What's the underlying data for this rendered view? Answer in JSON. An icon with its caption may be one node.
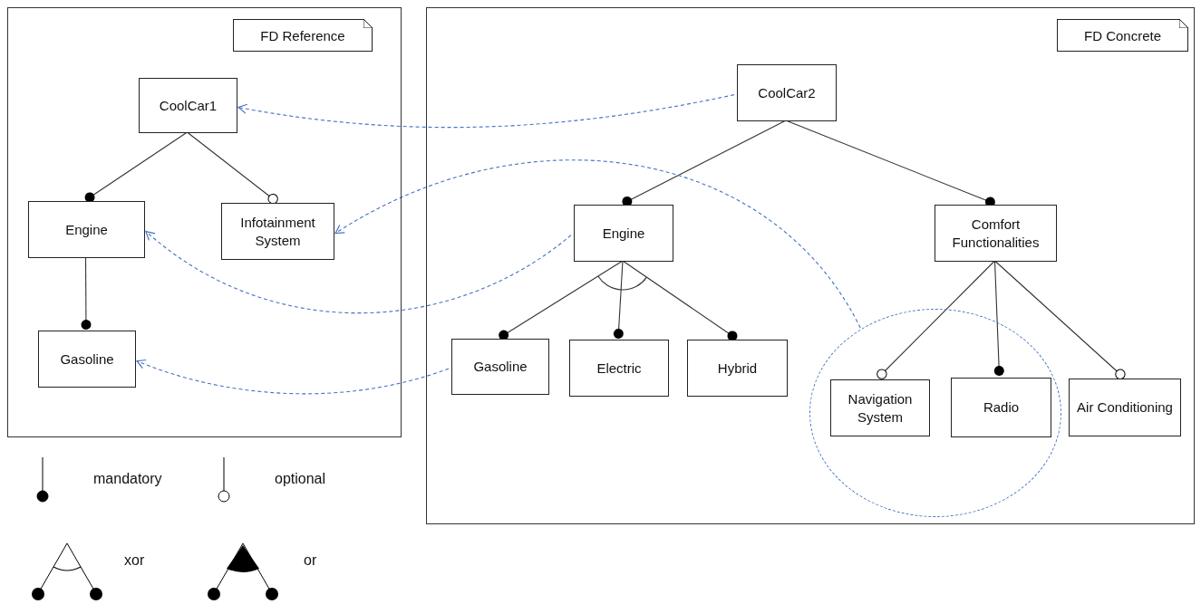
{
  "diagram": {
    "nodes": [
      {
        "text": [],
        "shape": "box"
      },
      {
        "text": [
          "FD Reference"
        ],
        "in": 0
      },
      {
        "text": [
          "CoolCar1"
        ],
        "in": 0
      },
      {
        "text": [
          "Engine"
        ],
        "in": 0
      },
      {
        "text": [
          "Infotainment System"
        ],
        "in": 0
      },
      {
        "text": [
          "Gasoline"
        ],
        "in": 0
      },
      {
        "text": [],
        "shape": "box"
      },
      {
        "text": [
          "FD Concrete"
        ],
        "in": 6
      },
      {
        "text": [
          "CoolCar2"
        ],
        "in": 6
      },
      {
        "text": [
          "Engine"
        ],
        "in": 6
      },
      {
        "text": [
          "Comfort Functionalities"
        ],
        "in": 6
      },
      {
        "text": [
          "Gasoline"
        ],
        "in": 6
      },
      {
        "text": [
          "Electric"
        ],
        "in": 6
      },
      {
        "text": [
          "Hybrid"
        ],
        "in": 6
      },
      {
        "text": [],
        "shape": "circle",
        "in": 6
      },
      {
        "text": [
          "Navigation System"
        ],
        "in": 14
      },
      {
        "text": [
          "Radio"
        ],
        "in": 14
      },
      {
        "text": [
          "Air Conditioning"
        ],
        "in": 6
      }
    ],
    "edges": [
      {
        "from": 2,
        "to": 3,
        "arrow": "other"
      },
      {
        "from": 2,
        "to": 4,
        "arrow": "other"
      },
      {
        "from": 3,
        "to": 5,
        "arrow": "other"
      },
      {
        "from": 8,
        "to": 9,
        "arrow": "other"
      },
      {
        "from": 8,
        "to": 10,
        "arrow": "other"
      },
      {
        "from": 9,
        "to": 11,
        "arrow": "other"
      },
      {
        "from": 9,
        "to": 12,
        "arrow": "other"
      },
      {
        "from": 9,
        "to": 13,
        "arrow": "other"
      },
      {
        "from": 10,
        "to": 15,
        "arrow": "other"
      },
      {
        "from": 10,
        "to": 16,
        "arrow": "other"
      },
      {
        "from": 10,
        "to": 17,
        "arrow": "other"
      },
      {
        "from": 8,
        "to": 2,
        "arrow": "to",
        "style": "dashed",
        "color": "#4472c4"
      },
      {
        "from": 14,
        "to": 4,
        "arrow": "to",
        "style": "dashed",
        "color": "#4472c4"
      },
      {
        "from": 9,
        "to": 3,
        "arrow": "to",
        "style": "dashed",
        "color": "#4472c4"
      },
      {
        "from": 11,
        "to": 5,
        "arrow": "to",
        "style": "dashed",
        "color": "#4472c4"
      }
    ],
    "legend": [
      {
        "text": "mandatory"
      },
      {
        "text": "optional"
      },
      {
        "text": "xor"
      },
      {
        "text": "or"
      }
    ]
  }
}
